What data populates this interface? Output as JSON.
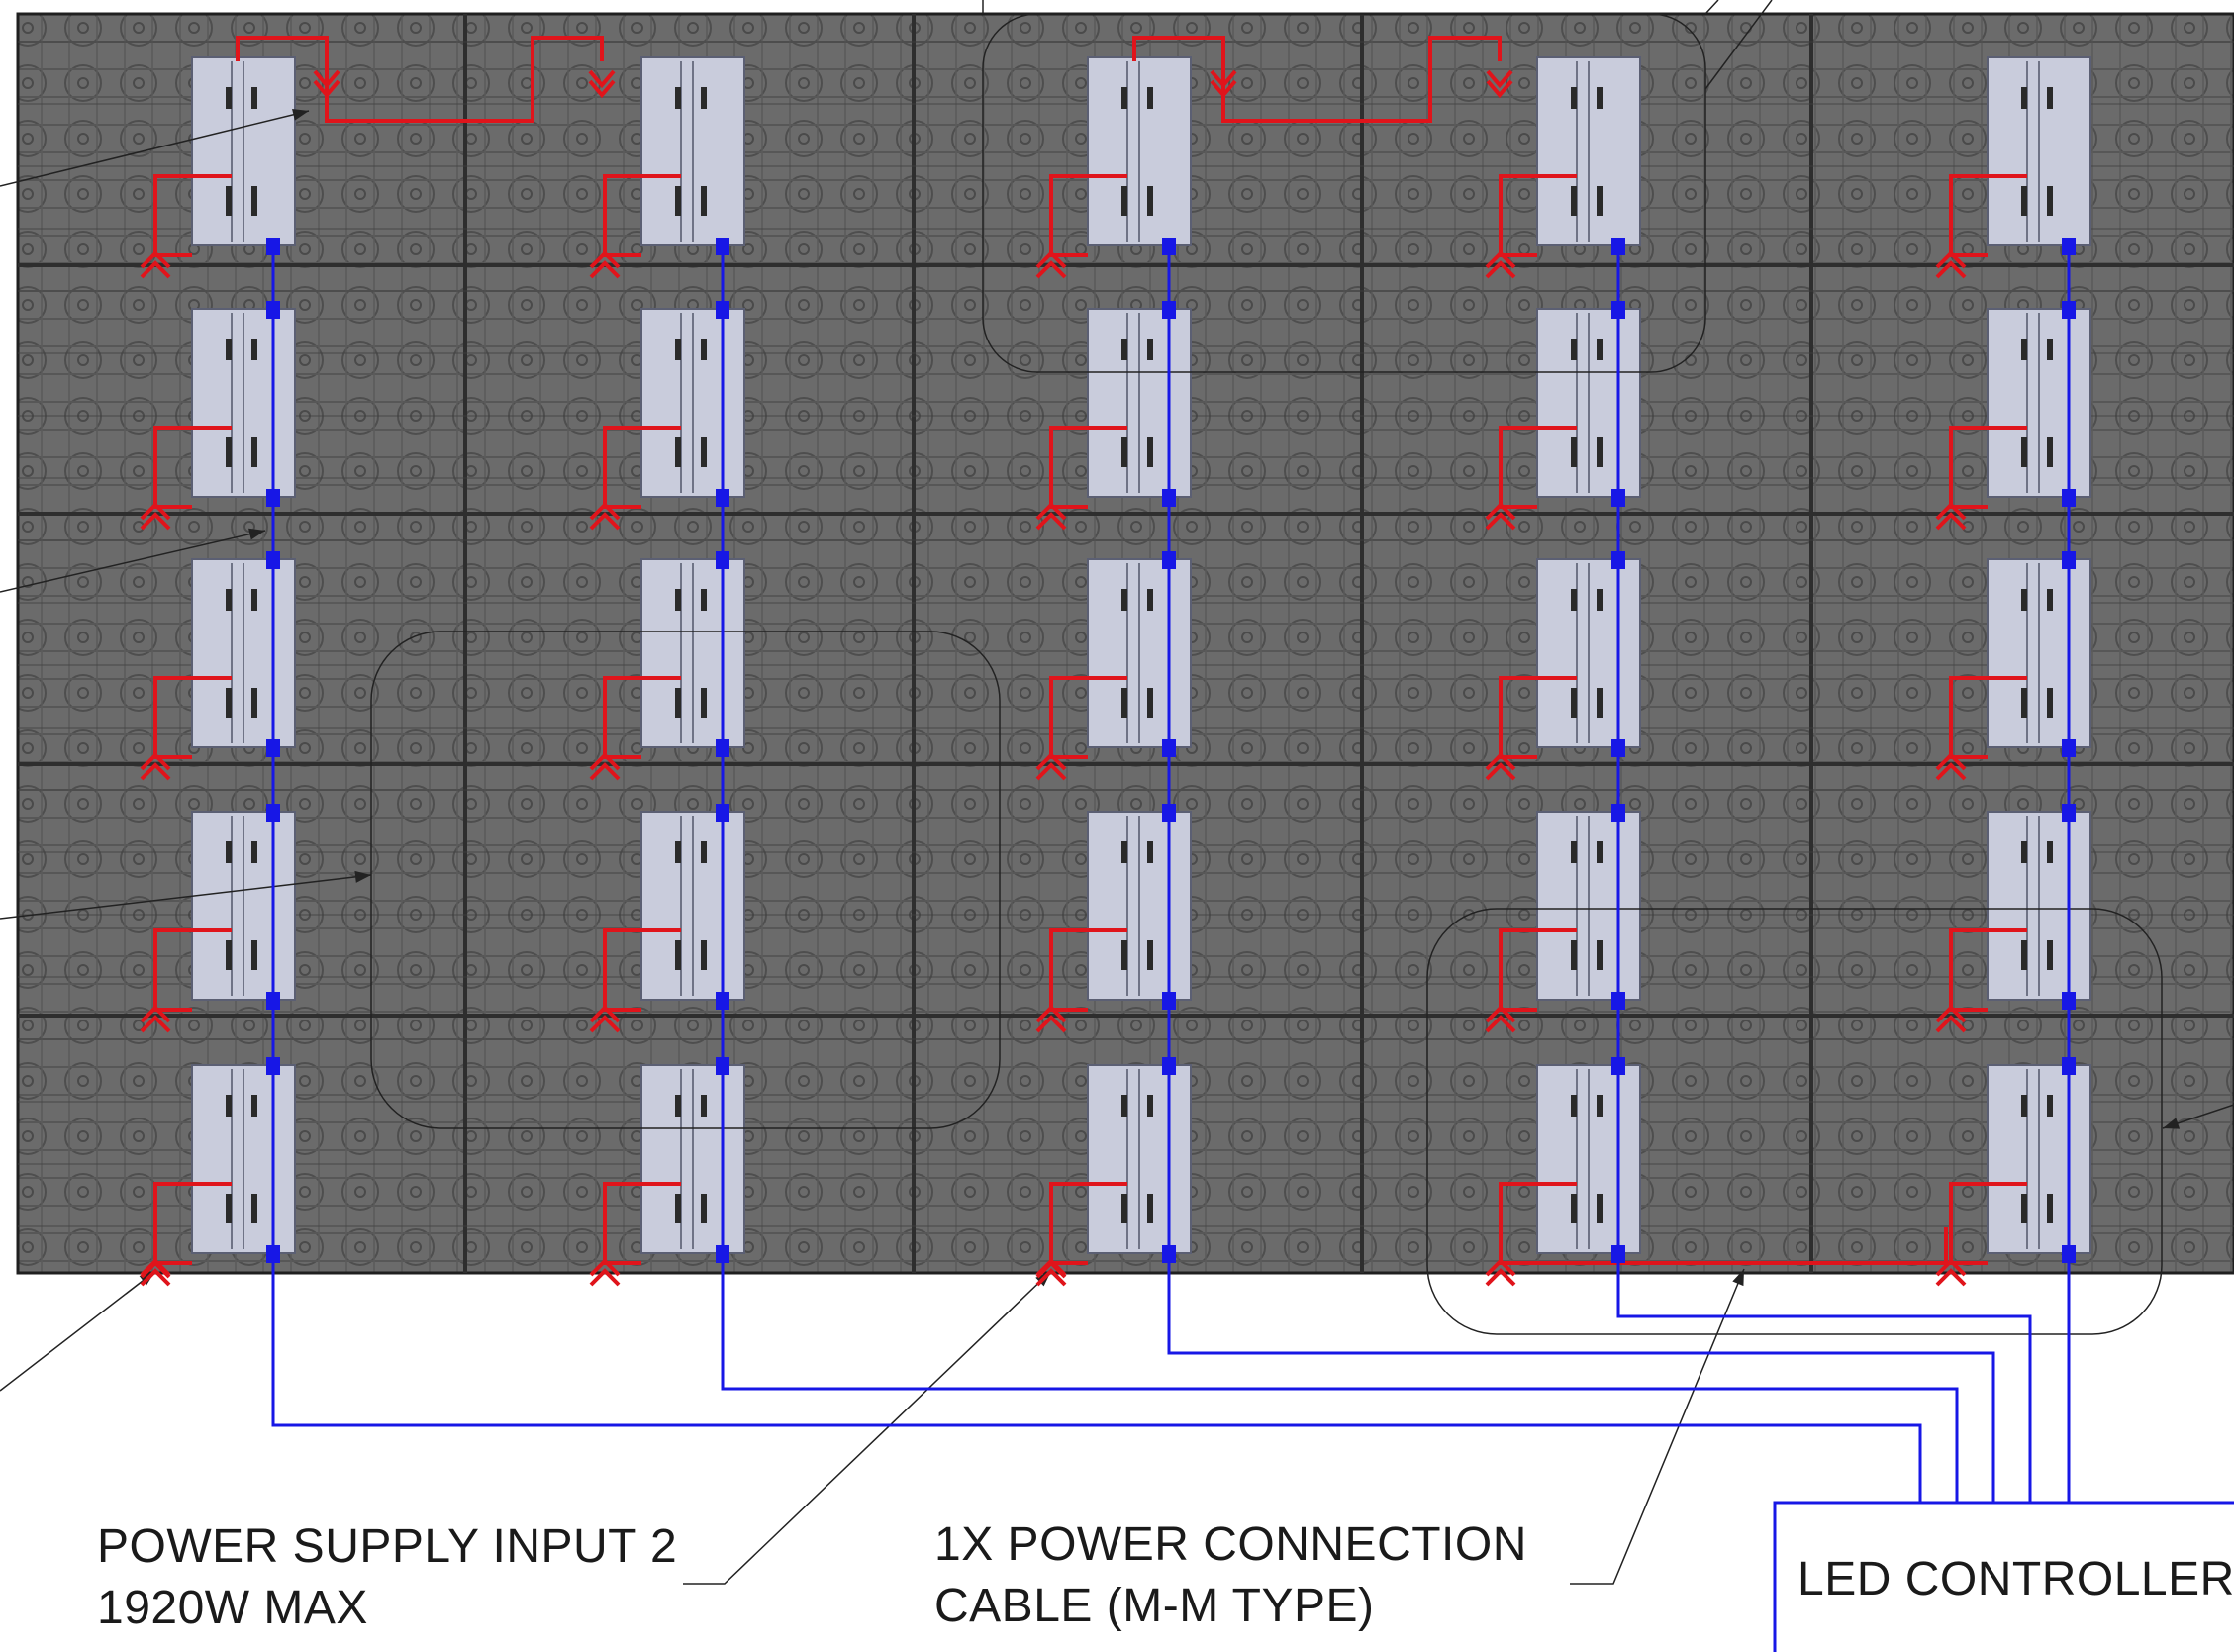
{
  "colors": {
    "background": "#ffffff",
    "panel": "#6b6b6b",
    "panel_line": "#2e2e2e",
    "module": "#c9ccdc",
    "power_cable": "#e0141b",
    "data_cable": "#1717e6",
    "leader": "#222222"
  },
  "labels": {
    "psu2_line1": "POWER SUPPLY INPUT 2",
    "psu2_line2": "1920W MAX",
    "cable_line1": "1X POWER CONNECTION",
    "cable_line2": "CABLE  (M-M TYPE)",
    "controller": "LED CONTROLLER"
  },
  "layout_info": {
    "columns": 5,
    "rows": 5
  }
}
